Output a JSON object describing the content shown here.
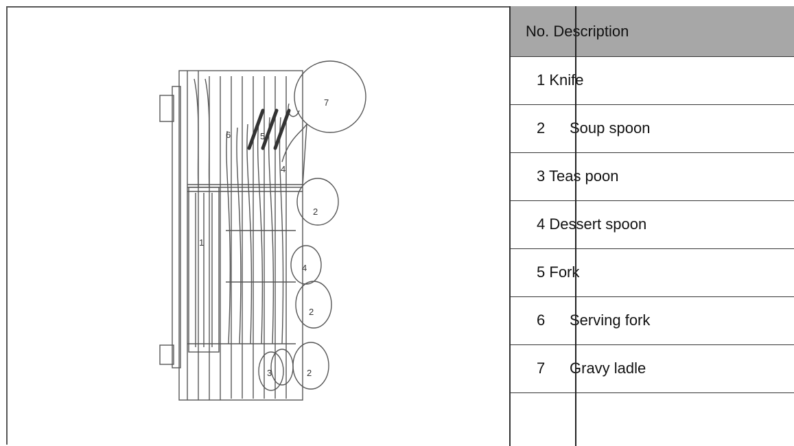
{
  "legend": {
    "header": "No. Description",
    "rows": [
      {
        "no": "1",
        "desc": "Knife"
      },
      {
        "no": "2",
        "desc": "Soup spoon"
      },
      {
        "no": "3",
        "desc": "Teas poon"
      },
      {
        "no": "4",
        "desc": "Dessert spoon"
      },
      {
        "no": "5",
        "desc": "Fork"
      },
      {
        "no": "6",
        "desc": "Serving fork"
      },
      {
        "no": "7",
        "desc": "Gravy ladle"
      }
    ]
  },
  "diagram": {
    "callouts": [
      "1",
      "2",
      "3",
      "4",
      "5",
      "6",
      "7"
    ]
  }
}
